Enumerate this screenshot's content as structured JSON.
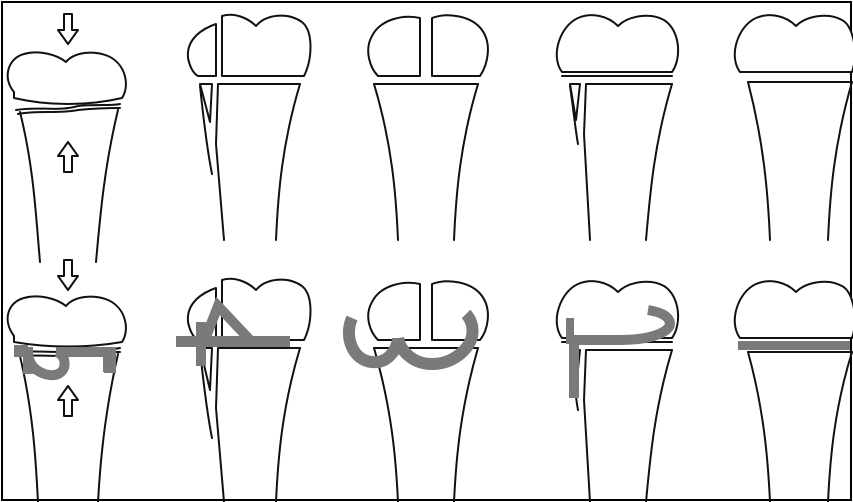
{
  "colors": {
    "outline": "#111111",
    "background": "#ffffff",
    "numeral_overlay": "#7a7a7a",
    "frame": "#000000"
  },
  "rows": {
    "top": {
      "panels": [
        "compression",
        "split-depression",
        "split",
        "depression-vertical",
        "depression"
      ]
    },
    "bottom": {
      "panels": [
        "compression-5",
        "split-depression-4",
        "split-3",
        "depression-vertical-2",
        "depression-1"
      ]
    }
  },
  "overlay_numerals": [
    "5",
    "4",
    "3",
    "2",
    "1"
  ],
  "icons": [
    "arrow-down-icon",
    "arrow-up-icon"
  ]
}
